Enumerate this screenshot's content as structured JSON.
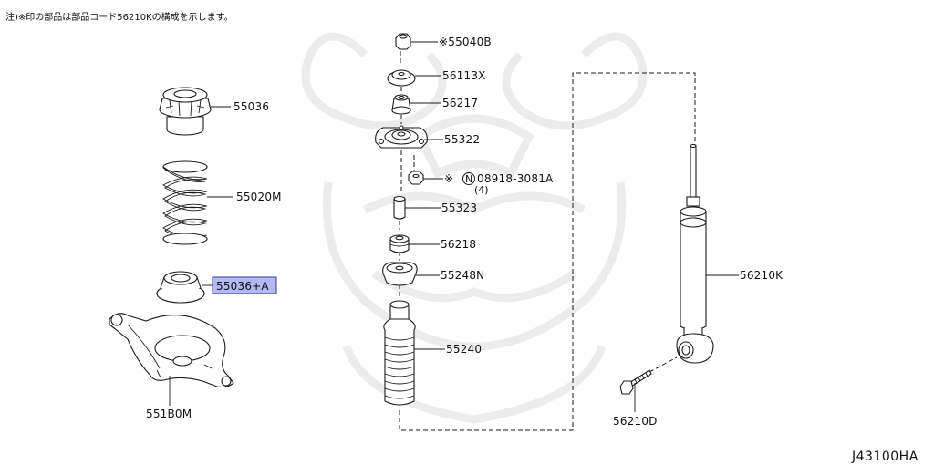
{
  "note": "注)※印の部品は部品コード56210Kの構成を示します。",
  "diagram_code": "J43100HA",
  "left_parts": {
    "bump_stopper_upper": "55036",
    "coil_spring": "55020M",
    "seat_lower": "55036+A",
    "lower_link": "551B0M"
  },
  "center_parts": {
    "nut": "※55040B",
    "washer": "56113X",
    "bushing_upper": "56217",
    "mount": "55322",
    "bolt_number": "08918-3081A",
    "bolt_prefix": "※",
    "bolt_circle_letter": "N",
    "bolt_qty": "(4)",
    "sleeve": "55323",
    "bushing_lower": "56218",
    "bound_bumper": "55248N",
    "dust_boot": "55240"
  },
  "right_parts": {
    "shock_absorber": "56210K",
    "bolt": "56210D"
  },
  "colors": {
    "line": "#1a1a1a",
    "highlight_fill": "#b4b8f4",
    "highlight_border": "#3a3a8a",
    "watermark": "#ececec"
  }
}
